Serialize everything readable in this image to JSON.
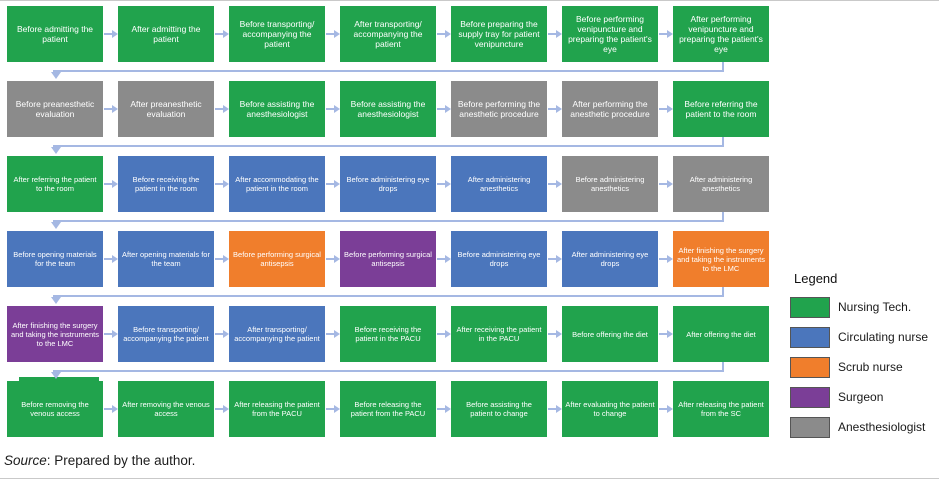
{
  "colors": {
    "nursing_tech": "#21a34d",
    "circulating_nurse": "#4b76bc",
    "scrub_nurse": "#f07e2c",
    "surgeon": "#7b3e97",
    "anesthesiologist": "#8b8b8b",
    "arrow": "#a5b8e3"
  },
  "legend": {
    "title": "Legend",
    "items": [
      {
        "role": "nursing_tech",
        "label": "Nursing Tech."
      },
      {
        "role": "circulating_nurse",
        "label": "Circulating nurse"
      },
      {
        "role": "scrub_nurse",
        "label": "Scrub nurse"
      },
      {
        "role": "surgeon",
        "label": "Surgeon"
      },
      {
        "role": "anesthesiologist",
        "label": "Anesthesiologist"
      }
    ]
  },
  "flow": {
    "rows": [
      {
        "steps": [
          {
            "label": "Before admitting the patient",
            "role": "nursing_tech"
          },
          {
            "label": "After admitting the patient",
            "role": "nursing_tech"
          },
          {
            "label": "Before transporting/ accompanying the patient",
            "role": "nursing_tech"
          },
          {
            "label": "After transporting/ accompanying the patient",
            "role": "nursing_tech"
          },
          {
            "label": "Before preparing the supply tray for patient venipuncture",
            "role": "nursing_tech"
          },
          {
            "label": "Before performing venipuncture and preparing the patient's eye",
            "role": "nursing_tech"
          },
          {
            "label": "After performing venipuncture and preparing the patient's eye",
            "role": "nursing_tech"
          }
        ]
      },
      {
        "steps": [
          {
            "label": "Before preanesthetic evaluation",
            "role": "anesthesiologist"
          },
          {
            "label": "After preanesthetic evaluation",
            "role": "anesthesiologist"
          },
          {
            "label": "Before assisting the anesthesiologist",
            "role": "nursing_tech"
          },
          {
            "label": "Before assisting the anesthesiologist",
            "role": "nursing_tech"
          },
          {
            "label": "Before performing the anesthetic procedure",
            "role": "anesthesiologist"
          },
          {
            "label": "After performing the anesthetic procedure",
            "role": "anesthesiologist"
          },
          {
            "label": "Before referring the patient to the room",
            "role": "nursing_tech"
          }
        ]
      },
      {
        "steps": [
          {
            "label": "After referring the patient to the room",
            "role": "nursing_tech"
          },
          {
            "label": "Before receiving the patient in the room",
            "role": "circulating_nurse"
          },
          {
            "label": "After accommodating the patient in the room",
            "role": "circulating_nurse"
          },
          {
            "label": "Before administering eye drops",
            "role": "circulating_nurse"
          },
          {
            "label": "After administering anesthetics",
            "role": "circulating_nurse"
          },
          {
            "label": "Before administering anesthetics",
            "role": "anesthesiologist"
          },
          {
            "label": "After administering anesthetics",
            "role": "anesthesiologist"
          }
        ]
      },
      {
        "steps": [
          {
            "label": "Before opening materials for the team",
            "role": "circulating_nurse"
          },
          {
            "label": "After opening materials for the team",
            "role": "circulating_nurse"
          },
          {
            "label": "Before performing surgical antisepsis",
            "role": "scrub_nurse"
          },
          {
            "label": "Before performing surgical antisepsis",
            "role": "surgeon"
          },
          {
            "label": "Before administering eye drops",
            "role": "circulating_nurse"
          },
          {
            "label": "After administering eye drops",
            "role": "circulating_nurse"
          },
          {
            "label": "After finishing the surgery and taking the instruments to the LMC",
            "role": "scrub_nurse"
          }
        ]
      },
      {
        "steps": [
          {
            "label": "After finishing the surgery and taking the instruments to the LMC",
            "role": "surgeon"
          },
          {
            "label": "Before transporting/ accompanying the patient",
            "role": "circulating_nurse"
          },
          {
            "label": "After transporting/ accompanying the patient",
            "role": "circulating_nurse"
          },
          {
            "label": "Before receiving the patient in the PACU",
            "role": "nursing_tech"
          },
          {
            "label": "After receiving the patient in the PACU",
            "role": "nursing_tech"
          },
          {
            "label": "Before offering the diet",
            "role": "nursing_tech"
          },
          {
            "label": "After offering the diet",
            "role": "nursing_tech"
          }
        ]
      },
      {
        "steps": [
          {
            "label": "Before removing the venous access",
            "role": "nursing_tech"
          },
          {
            "label": "After removing the venous access",
            "role": "nursing_tech"
          },
          {
            "label": "After releasing the patient from the PACU",
            "role": "nursing_tech"
          },
          {
            "label": "Before releasing the patient from the PACU",
            "role": "nursing_tech"
          },
          {
            "label": "Before assisting the patient to change",
            "role": "nursing_tech"
          },
          {
            "label": "After evaluating the patient to change",
            "role": "nursing_tech"
          },
          {
            "label": "After releasing the patient from the SC",
            "role": "nursing_tech"
          }
        ]
      }
    ]
  },
  "source": {
    "label": "Source",
    "text": ": Prepared by the author."
  }
}
